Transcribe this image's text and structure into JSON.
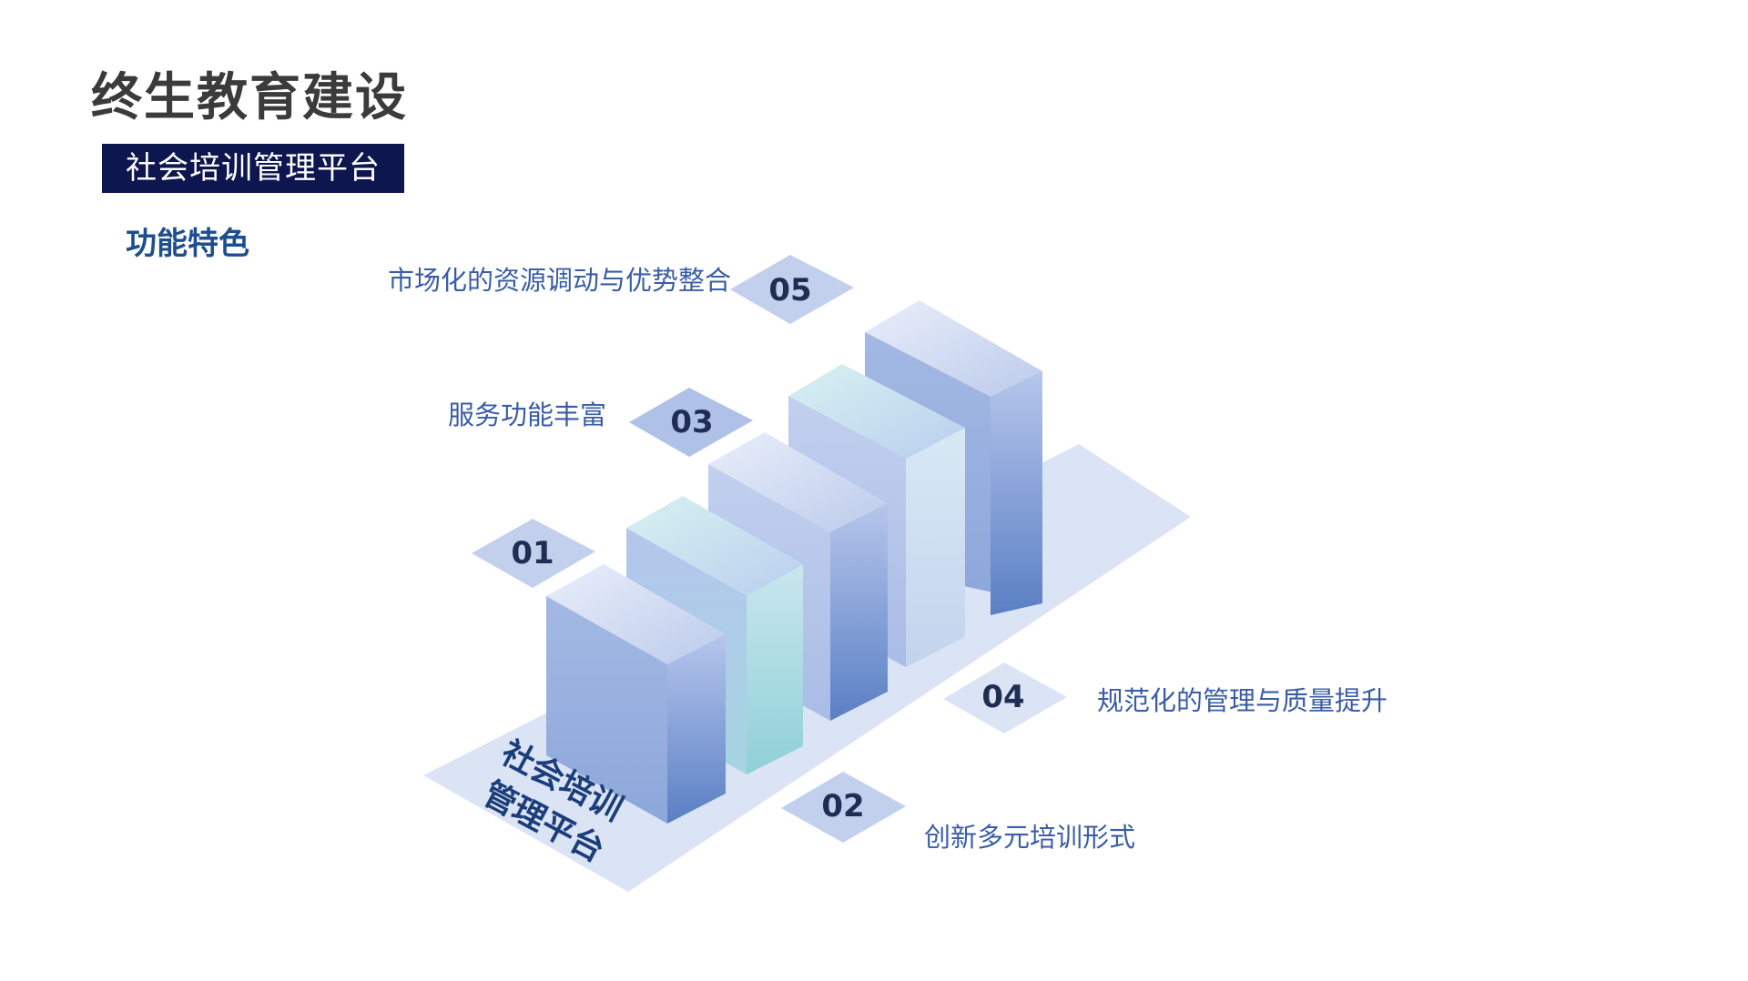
{
  "header": {
    "title": "终生教育建设",
    "subtitle": "社会培训管理平台",
    "section": "功能特色"
  },
  "diagram": {
    "base_label_line1": "社会培训",
    "base_label_line2": "管理平台",
    "features": [
      {
        "number": "01",
        "label": ""
      },
      {
        "number": "02",
        "label": "创新多元培训形式"
      },
      {
        "number": "03",
        "label": "服务功能丰富"
      },
      {
        "number": "04",
        "label": "规范化的管理与质量提升"
      },
      {
        "number": "05",
        "label": "市场化的资源调动与优势整合"
      }
    ]
  },
  "colors": {
    "title": "#3b3b3b",
    "badge_bg": "#0e1650",
    "section_heading": "#1d4e8f",
    "label_text": "#3a5da6",
    "diamond_fill": "#c2d0ee",
    "base_plate": "#dbe4f5"
  }
}
